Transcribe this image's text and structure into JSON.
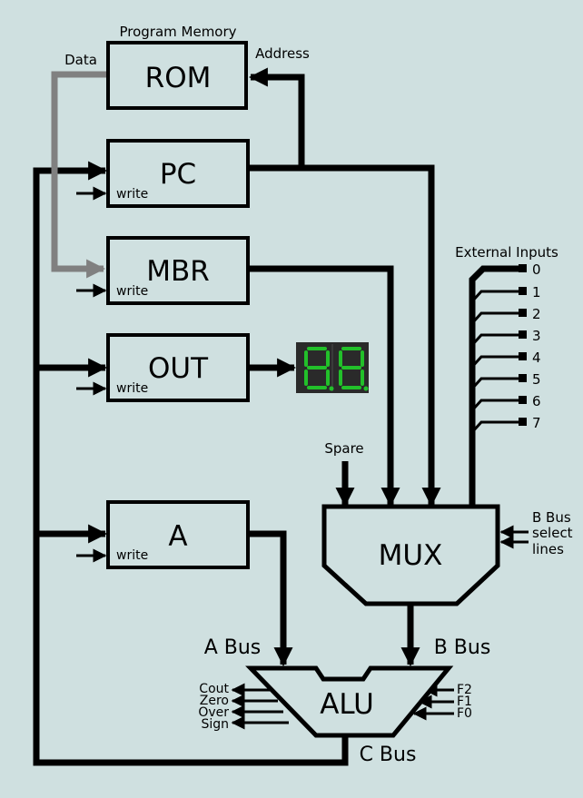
{
  "rom": {
    "title": "Program Memory",
    "label": "ROM",
    "data_label": "Data",
    "address_label": "Address"
  },
  "pc": {
    "label": "PC",
    "write": "write"
  },
  "mbr": {
    "label": "MBR",
    "write": "write"
  },
  "out": {
    "label": "OUT",
    "write": "write"
  },
  "a": {
    "label": "A",
    "write": "write"
  },
  "mux": {
    "label": "MUX",
    "spare": "Spare",
    "select": [
      "B Bus",
      "select",
      "lines"
    ]
  },
  "external": {
    "title": "External Inputs",
    "inputs": [
      "0",
      "1",
      "2",
      "3",
      "4",
      "5",
      "6",
      "7"
    ]
  },
  "alu": {
    "label": "ALU",
    "outputs": [
      "Cout",
      "Zero",
      "Over",
      "Sign"
    ],
    "functions": [
      "F2",
      "F1",
      "F0"
    ]
  },
  "buses": {
    "a": "A Bus",
    "b": "B Bus",
    "c": "C Bus"
  },
  "colors": {
    "background": "#cfe0e0",
    "line": "#000000",
    "rom_data_line": "#808080",
    "display_bg": "#2a2a2a",
    "segment_on": "#22c02a"
  }
}
